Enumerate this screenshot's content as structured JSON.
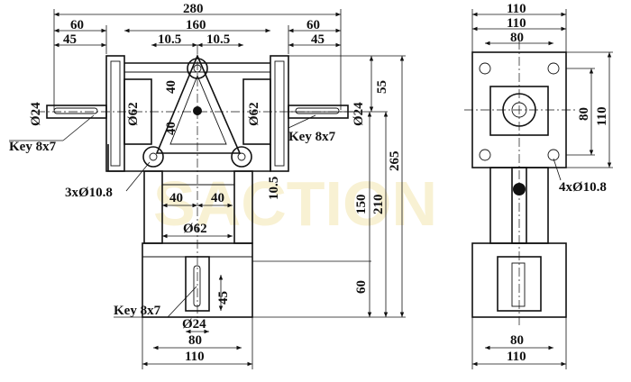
{
  "watermark": "SACTION",
  "front": {
    "overall_width": "280",
    "flange_span": "160",
    "left_shaft_ext": "60",
    "left_shaft_key": "45",
    "right_shaft_ext": "60",
    "right_shaft_key": "45",
    "offset_left": "10.5",
    "offset_right": "10.5",
    "shaft_dia_left": "Ø24",
    "shaft_dia_right": "Ø24",
    "hub_dia_left": "Ø62",
    "hub_dia_right": "Ø62",
    "tri_upper": "40",
    "tri_lower": "40",
    "key_left": "Key 8x7",
    "key_right": "Key 8x7",
    "holes": "3xØ10.8",
    "base_left": "40",
    "base_right": "40",
    "center_offset": "10.5",
    "base_hub_dia": "Ø62",
    "bottom_key": "Key 8x7",
    "bottom_key_len": "45",
    "bottom_shaft_dia": "Ø24",
    "bottom_inner": "80",
    "bottom_outer": "110",
    "h_top": "55",
    "h_150": "150",
    "h_210": "210",
    "h_265": "265",
    "h_60": "60"
  },
  "side": {
    "w_outer": "110",
    "w_mid": "110",
    "w_inner": "80",
    "h_inner": "80",
    "h_outer": "110",
    "holes": "4xØ10.8",
    "bottom_inner": "80",
    "bottom_outer": "110"
  }
}
